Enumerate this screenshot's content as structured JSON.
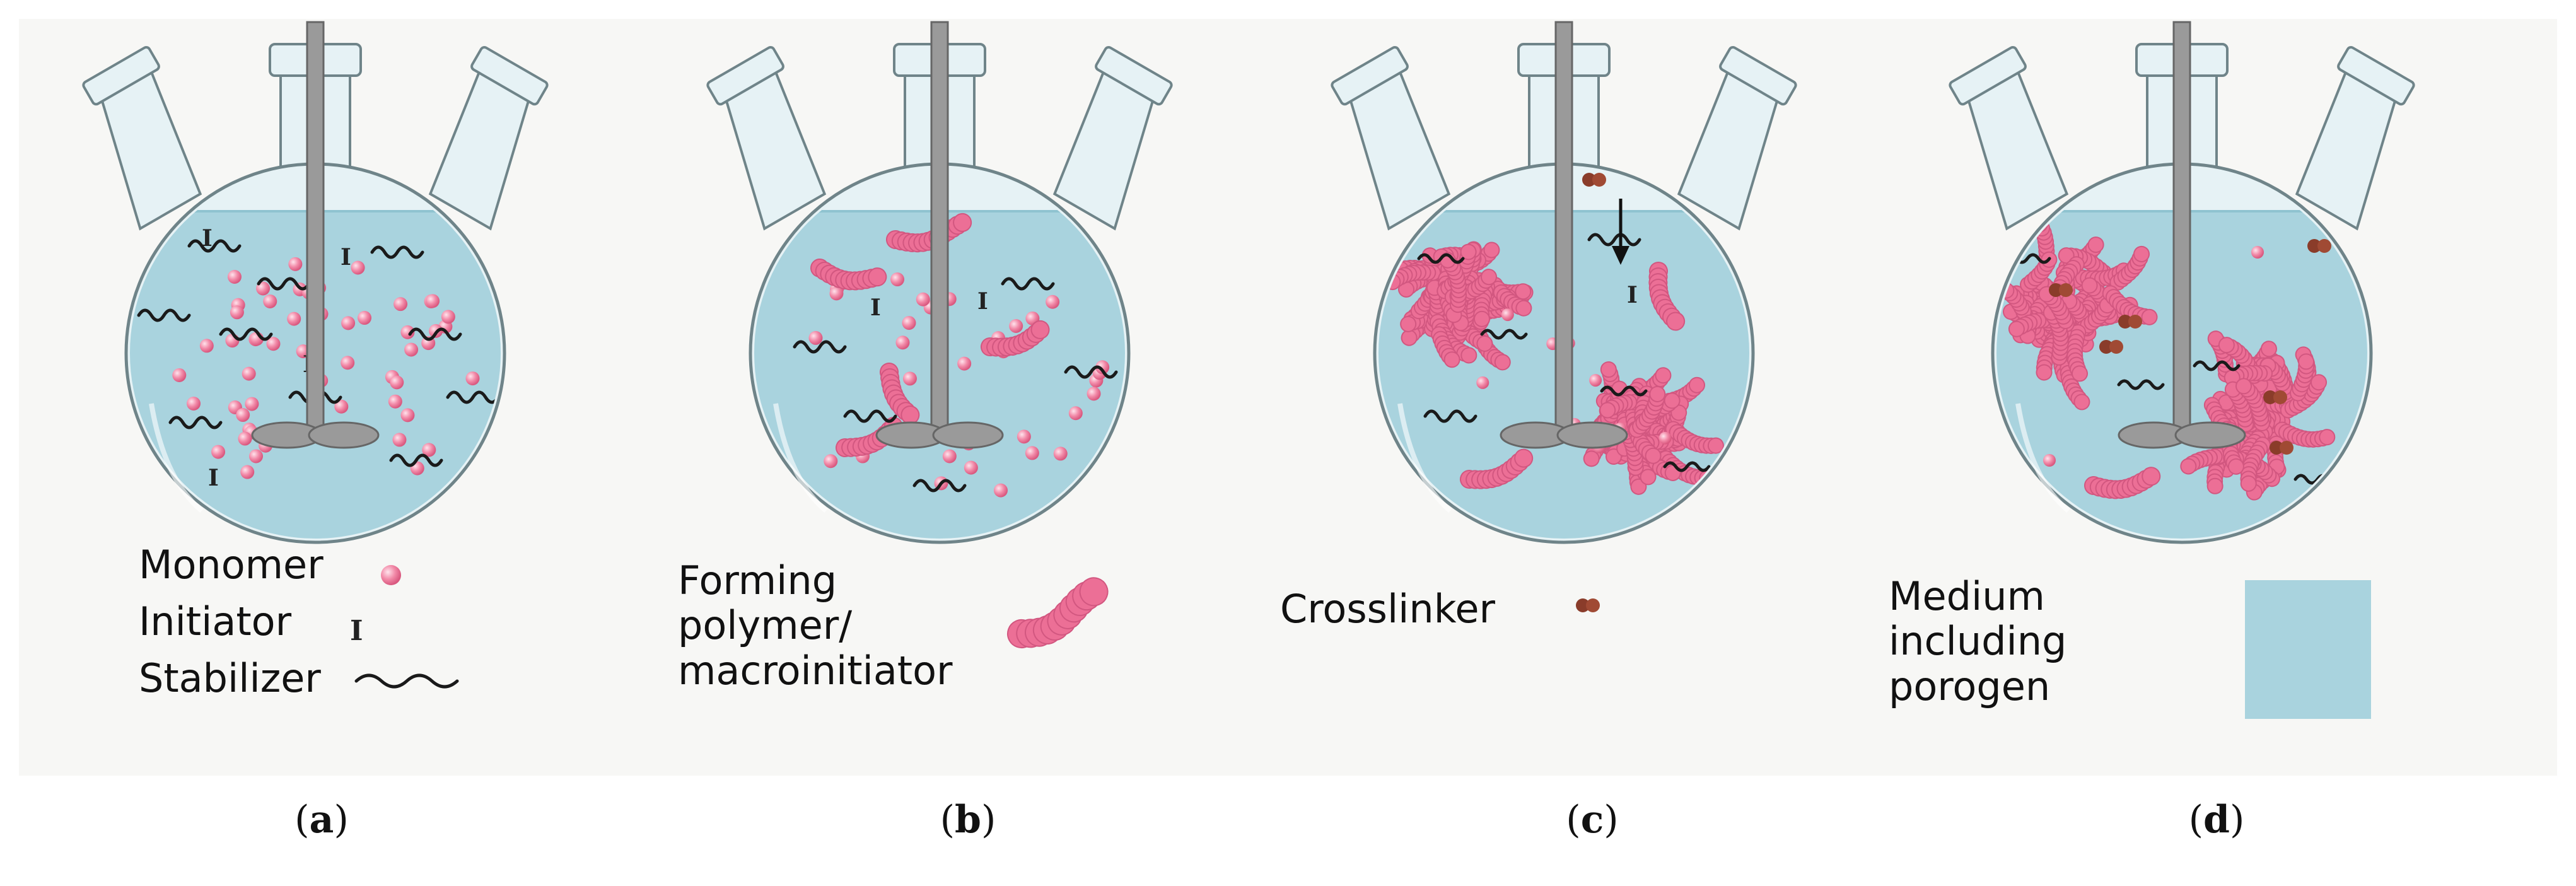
{
  "panels": [
    {
      "id": "a",
      "letter": "a",
      "legend": [
        {
          "label": "Monomer",
          "icon": "pink-sphere"
        },
        {
          "label": "Initiator",
          "icon": "initiator-I",
          "symbol": "I"
        },
        {
          "label": "Stabilizer",
          "icon": "wavy-line"
        }
      ]
    },
    {
      "id": "b",
      "letter": "b",
      "legend": [
        {
          "label": "Forming\npolymer/\nmacroinitiator",
          "icon": "pink-worm"
        }
      ]
    },
    {
      "id": "c",
      "letter": "c",
      "legend": [
        {
          "label": "Crosslinker",
          "icon": "brown-dimer"
        }
      ]
    },
    {
      "id": "d",
      "letter": "d",
      "legend": [
        {
          "label": "Medium\nincluding\nporogen",
          "icon": "blue-square"
        }
      ]
    }
  ],
  "colors": {
    "liquid": "#a9d3de",
    "glass": "#e6f2f5",
    "glass_edge": "#6f8489",
    "monomer": "#f28aa8",
    "polymer": "#ec6f96",
    "crosslinker": "#8a3c2a",
    "stabilizer": "#1a1a1a",
    "stirrer": "#9a9a9a",
    "background": "#f7f7f5"
  }
}
